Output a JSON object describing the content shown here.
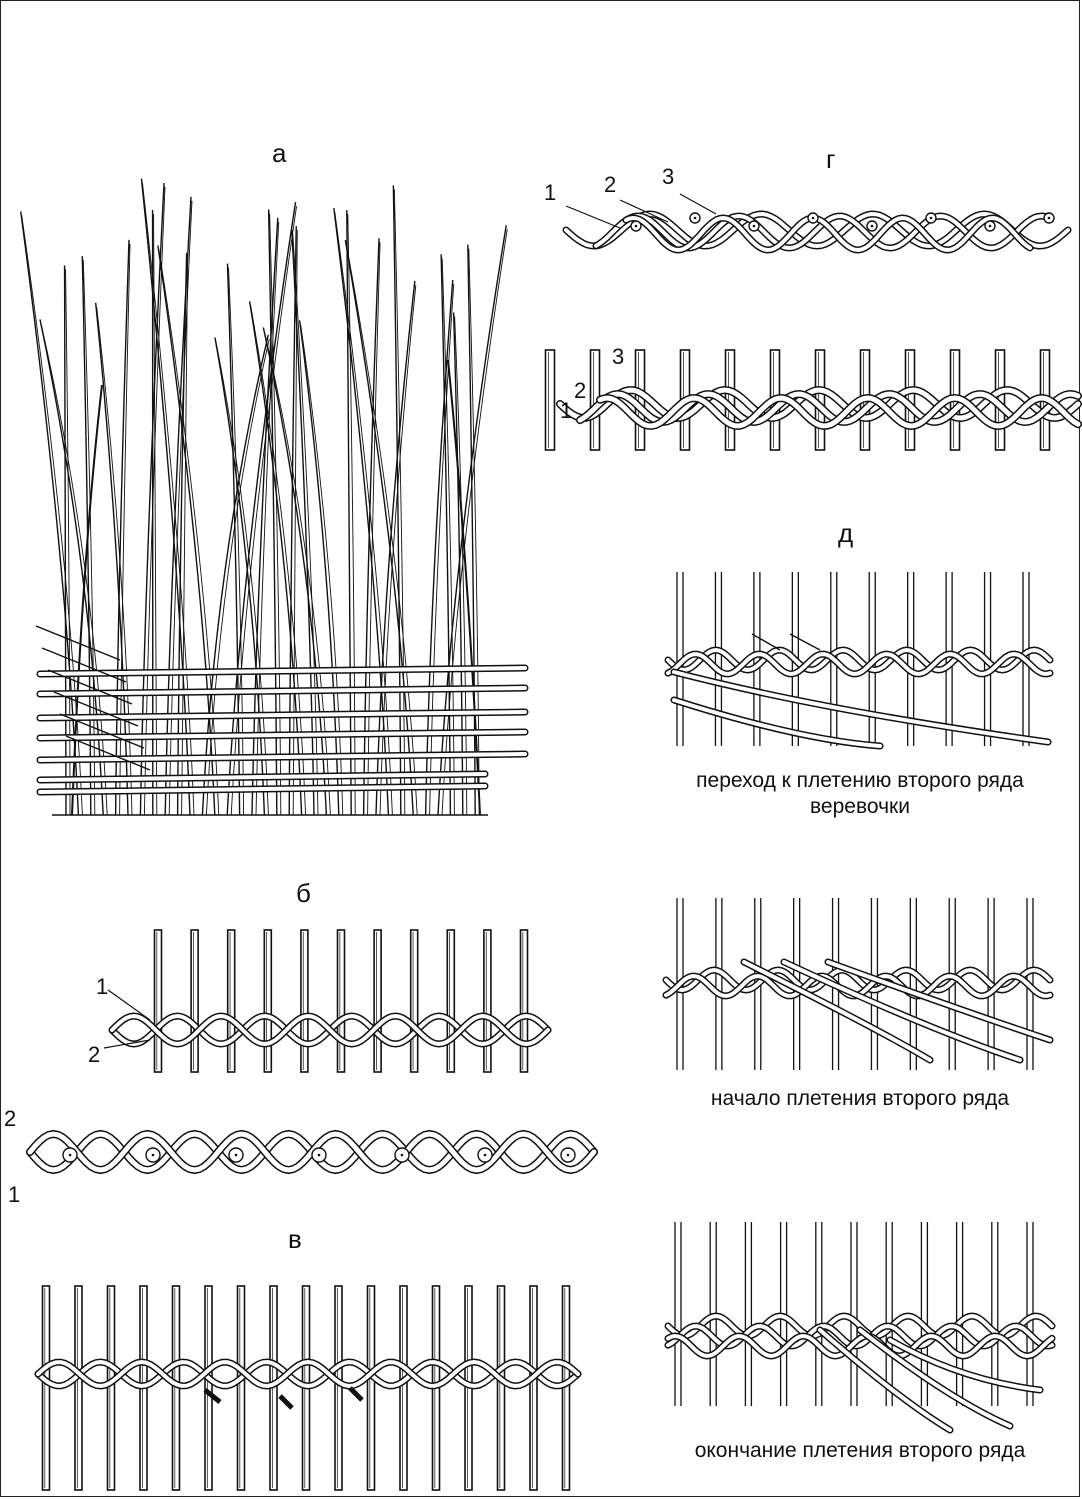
{
  "panels": {
    "a": {
      "label": "а"
    },
    "b": {
      "label": "б",
      "top_numbers": [
        "1",
        "2"
      ],
      "bottom_numbers": [
        "2",
        "1"
      ]
    },
    "v": {
      "label": "в"
    },
    "g": {
      "label": "г",
      "top_numbers": [
        "1",
        "2",
        "3"
      ],
      "bottom_numbers": [
        "1",
        "2",
        "3"
      ]
    },
    "d": {
      "label": "д",
      "captions": [
        "переход к плетению второго ряда",
        "веревочки",
        "начало плетения второго ряда",
        "окончание плетения второго ряда"
      ]
    }
  },
  "colors": {
    "ink": "#111111",
    "paper": "#ffffff"
  }
}
